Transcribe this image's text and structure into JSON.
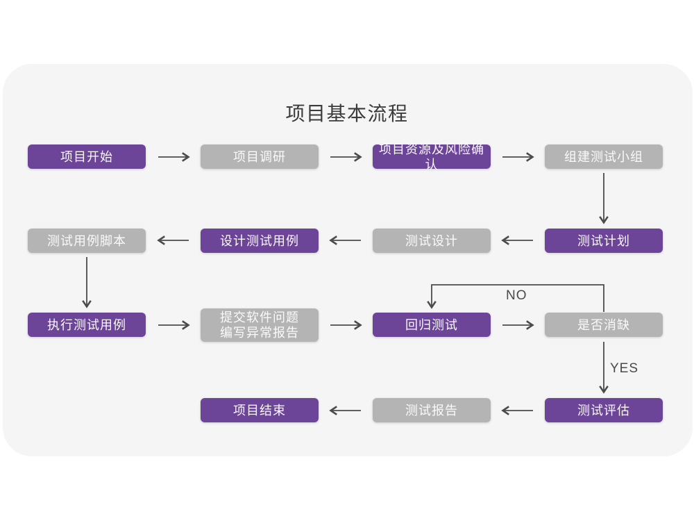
{
  "page": {
    "title": "项目基本流程"
  },
  "colors": {
    "purple": "#6c4498",
    "gray": "#b4b4b4",
    "card_bg": "#f5f5f5",
    "arrow": "#4b4b4b",
    "node_text": "#fafafa",
    "title_text": "#3b3b3b"
  },
  "labels": {
    "no": "NO",
    "yes": "YES"
  },
  "nodes": [
    {
      "id": "start",
      "label": "项目开始",
      "variant": "purple"
    },
    {
      "id": "research",
      "label": "项目调研",
      "variant": "gray"
    },
    {
      "id": "resources",
      "label": "项目资源及风险确认",
      "variant": "purple"
    },
    {
      "id": "team",
      "label": "组建测试小组",
      "variant": "gray"
    },
    {
      "id": "case-scripts",
      "label": "测试用例脚本",
      "variant": "gray"
    },
    {
      "id": "design-cases",
      "label": "设计测试用例",
      "variant": "purple"
    },
    {
      "id": "test-design",
      "label": "测试设计",
      "variant": "gray"
    },
    {
      "id": "test-plan",
      "label": "测试计划",
      "variant": "purple"
    },
    {
      "id": "execute",
      "label": "执行测试用例",
      "variant": "purple"
    },
    {
      "id": "submit-issue",
      "label": "提交软件问题\n编写异常报告",
      "variant": "gray"
    },
    {
      "id": "regression",
      "label": "回归测试",
      "variant": "purple"
    },
    {
      "id": "defect-check",
      "label": "是否消缺",
      "variant": "gray"
    },
    {
      "id": "end",
      "label": "项目结束",
      "variant": "purple"
    },
    {
      "id": "test-report",
      "label": "测试报告",
      "variant": "gray"
    },
    {
      "id": "evaluate",
      "label": "测试评估",
      "variant": "purple"
    }
  ],
  "edges": [
    {
      "from": "start",
      "to": "research",
      "label": ""
    },
    {
      "from": "research",
      "to": "resources",
      "label": ""
    },
    {
      "from": "resources",
      "to": "team",
      "label": ""
    },
    {
      "from": "team",
      "to": "test-plan",
      "label": ""
    },
    {
      "from": "test-plan",
      "to": "test-design",
      "label": ""
    },
    {
      "from": "test-design",
      "to": "design-cases",
      "label": ""
    },
    {
      "from": "design-cases",
      "to": "case-scripts",
      "label": ""
    },
    {
      "from": "case-scripts",
      "to": "execute",
      "label": ""
    },
    {
      "from": "execute",
      "to": "submit-issue",
      "label": ""
    },
    {
      "from": "submit-issue",
      "to": "regression",
      "label": ""
    },
    {
      "from": "regression",
      "to": "defect-check",
      "label": ""
    },
    {
      "from": "defect-check",
      "to": "regression",
      "label": "NO"
    },
    {
      "from": "defect-check",
      "to": "evaluate",
      "label": "YES"
    },
    {
      "from": "evaluate",
      "to": "test-report",
      "label": ""
    },
    {
      "from": "test-report",
      "to": "end",
      "label": ""
    }
  ]
}
